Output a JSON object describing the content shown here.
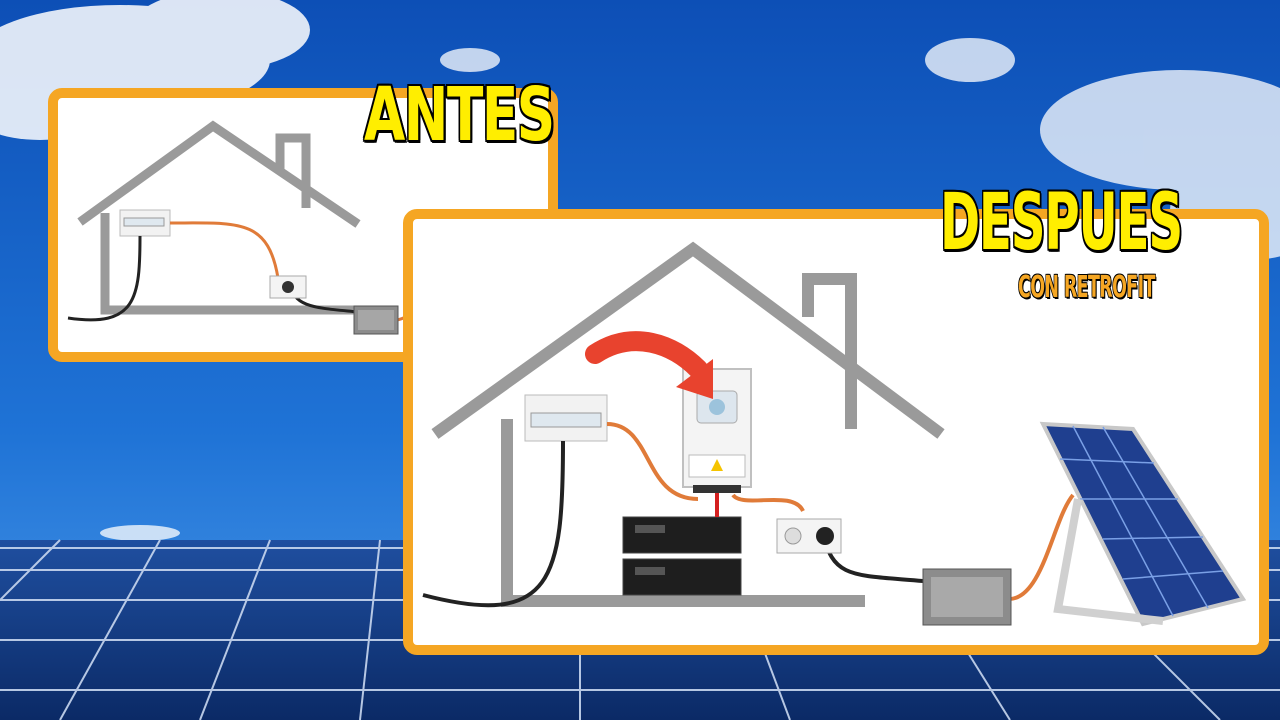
{
  "labels": {
    "before": "ANTES",
    "after": "DESPUES",
    "after_sub": "CON RETROFIT"
  },
  "colors": {
    "frame": "#f5a623",
    "label_text": "#ffee00",
    "cable": "#e07b39",
    "arrow": "#e8432e",
    "house_outline": "#9a9a9a"
  },
  "icons": [
    "house",
    "breaker-panel",
    "wall-socket",
    "micro-inverter",
    "solar-panel",
    "hybrid-inverter",
    "battery-stack",
    "curved-arrow"
  ]
}
